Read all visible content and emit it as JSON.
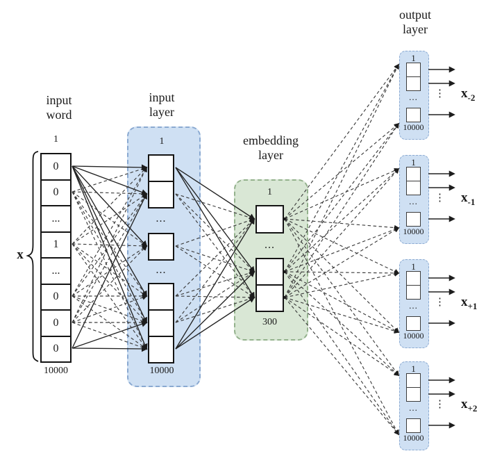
{
  "colors": {
    "layer_blue_fill": "#cfe0f3",
    "layer_blue_border": "#8aa9d1",
    "layer_green_fill": "#d9e7d5",
    "layer_green_border": "#93b18c",
    "line_color": "#2a2a2a"
  },
  "input_word": {
    "label": [
      "input",
      "word"
    ],
    "symbol": "x",
    "top_index": "1",
    "bottom_index": "10000",
    "cells": [
      "0",
      "0",
      "...",
      "1",
      "...",
      "0",
      "0",
      "0"
    ]
  },
  "input_layer": {
    "label": [
      "input",
      "layer"
    ],
    "top_index": "1",
    "bottom_index": "10000",
    "ellipsis_1": "...",
    "ellipsis_2": "..."
  },
  "embedding_layer": {
    "label": [
      "embedding",
      "layer"
    ],
    "top_index": "1",
    "bottom_index": "300",
    "ellipsis": "..."
  },
  "output_layer": {
    "label": [
      "output",
      "layer"
    ],
    "groups": [
      {
        "top_index": "1",
        "ellipsis": "...",
        "vdots": "⋮",
        "bottom_index": "10000",
        "symbol": "x",
        "subscript": "-2"
      },
      {
        "top_index": "1",
        "ellipsis": "...",
        "vdots": "⋮",
        "bottom_index": "10000",
        "symbol": "x",
        "subscript": "-1"
      },
      {
        "top_index": "1",
        "ellipsis": "...",
        "vdots": "⋮",
        "bottom_index": "10000",
        "symbol": "x",
        "subscript": "+1"
      },
      {
        "top_index": "1",
        "ellipsis": "...",
        "vdots": "⋮",
        "bottom_index": "10000",
        "symbol": "x",
        "subscript": "+2"
      }
    ]
  }
}
